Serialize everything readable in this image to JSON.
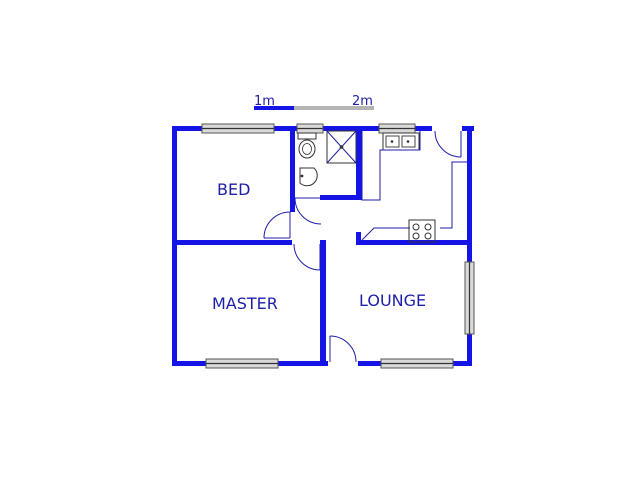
{
  "plan": {
    "scale": {
      "start_label": "1m",
      "end_label": "2m"
    },
    "rooms": {
      "bed": "BED",
      "master": "MASTER",
      "lounge": "LOUNGE"
    }
  },
  "colors": {
    "wall": "#1414e6",
    "label": "#1e1ea8",
    "window_fill": "#d9d9d9",
    "background": "#ffffff"
  }
}
